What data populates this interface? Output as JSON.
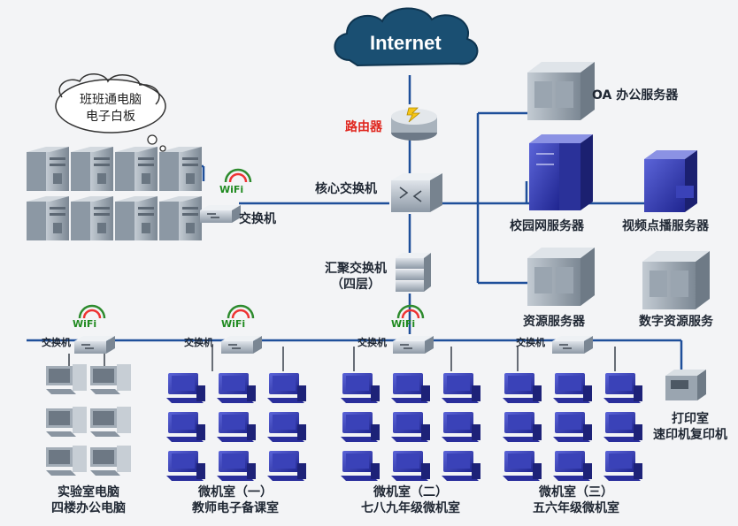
{
  "internet": "Internet",
  "router": "路由器",
  "core_switch": "核心交换机",
  "agg_switch_line1": "汇聚交换机",
  "agg_switch_line2": "（四层）",
  "class_switch": "交换机",
  "bubble_line1": "班班通电脑",
  "bubble_line2": "电子白板",
  "wifi_label": "WiFi",
  "servers": {
    "oa": "OA 办公服务器",
    "campus": "校园网服务器",
    "video": "视频点播服务器",
    "resource": "资源服务器",
    "digital": "数字资源服务"
  },
  "floor_switch": "交换机",
  "rooms": [
    {
      "line1": "实验室电脑",
      "line2": "四楼办公电脑"
    },
    {
      "line1": "微机室（一）",
      "line2": "教师电子备课室"
    },
    {
      "line1": "微机室（二）",
      "line2": "七八九年级微机室"
    },
    {
      "line1": "微机室（三）",
      "line2": "五六年级微机室"
    }
  ],
  "print_room": {
    "line1": "打印室",
    "line2": "速印机复印机"
  }
}
